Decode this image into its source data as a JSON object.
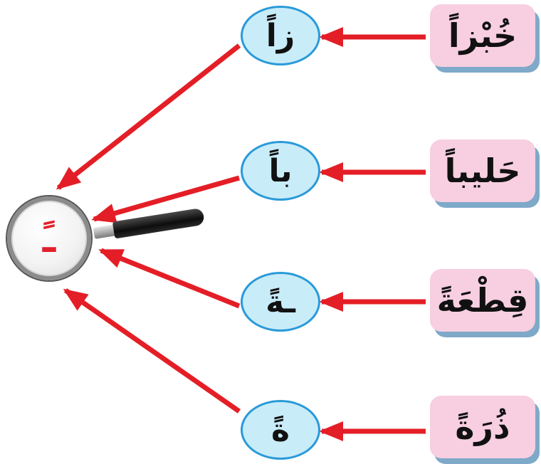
{
  "words": [
    {
      "text": "خُبْزاً"
    },
    {
      "text": "حَليباً"
    },
    {
      "text": "قِطْعَةً"
    },
    {
      "text": "ذُرَةً"
    }
  ],
  "syllables": [
    {
      "text": "زاً"
    },
    {
      "text": "باً"
    },
    {
      "text": "ـةً"
    },
    {
      "text": "ةً"
    }
  ],
  "magnifier": {
    "mark": "ـً"
  },
  "colors": {
    "arrow": "#e41e26",
    "card_face": "#f7cfe0",
    "card_shadow": "#7ea9c9",
    "bubble_fill": "#c9ecf9",
    "bubble_border": "#2a9ad8",
    "mark": "#e0202a"
  }
}
